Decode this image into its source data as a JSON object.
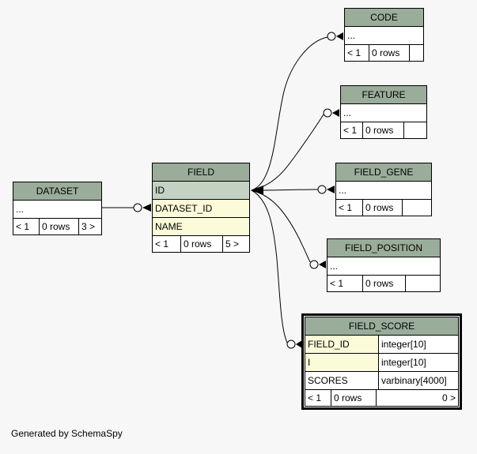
{
  "diagram": {
    "generator_note": "Generated by SchemaSpy",
    "colors": {
      "canvas_bg": "#f7f7f7",
      "table_header_bg": "#9aac9a",
      "primary_key_row_bg": "#c4d2c4",
      "indexed_row_bg": "#fbfbd9",
      "cell_bg": "#ffffff",
      "line_color": "#000000"
    }
  },
  "tables": [
    {
      "name": "DATASET",
      "rows": [
        {
          "label": "...",
          "type": ""
        }
      ],
      "pager": {
        "prev": "< 1",
        "rows": "0 rows",
        "next": "3 >"
      }
    },
    {
      "name": "FIELD",
      "rows": [
        {
          "label": "ID",
          "type": "",
          "key": "primary"
        },
        {
          "label": "DATASET_ID",
          "type": "",
          "key": "indexed"
        },
        {
          "label": "NAME",
          "type": "",
          "key": "indexed"
        }
      ],
      "pager": {
        "prev": "< 1",
        "rows": "0 rows",
        "next": "5 >"
      }
    },
    {
      "name": "CODE",
      "rows": [
        {
          "label": "...",
          "type": ""
        }
      ],
      "pager": {
        "prev": "< 1",
        "rows": "0 rows",
        "next": ""
      }
    },
    {
      "name": "FEATURE",
      "rows": [
        {
          "label": "...",
          "type": ""
        }
      ],
      "pager": {
        "prev": "< 1",
        "rows": "0 rows",
        "next": ""
      }
    },
    {
      "name": "FIELD_GENE",
      "rows": [
        {
          "label": "...",
          "type": ""
        }
      ],
      "pager": {
        "prev": "< 1",
        "rows": "0 rows",
        "next": ""
      }
    },
    {
      "name": "FIELD_POSITION",
      "rows": [
        {
          "label": "...",
          "type": ""
        }
      ],
      "pager": {
        "prev": "< 1",
        "rows": "0 rows",
        "next": ""
      }
    },
    {
      "name": "FIELD_SCORE",
      "emphasized": true,
      "rows": [
        {
          "label": "FIELD_ID",
          "type": "integer[10]",
          "key": "indexed"
        },
        {
          "label": "I",
          "type": "integer[10]",
          "key": "indexed"
        },
        {
          "label": "SCORES",
          "type": "varbinary[4000]",
          "key": ""
        }
      ],
      "pager": {
        "prev": "< 1",
        "rows": "0 rows",
        "next": "0 >"
      }
    }
  ],
  "relationships": [
    {
      "child": "FIELD.DATASET_ID",
      "parent": "DATASET"
    },
    {
      "child": "CODE",
      "parent": "FIELD.ID"
    },
    {
      "child": "FEATURE",
      "parent": "FIELD.ID"
    },
    {
      "child": "FIELD_GENE",
      "parent": "FIELD.ID"
    },
    {
      "child": "FIELD_POSITION",
      "parent": "FIELD.ID"
    },
    {
      "child": "FIELD_SCORE.FIELD_ID",
      "parent": "FIELD.ID"
    }
  ]
}
